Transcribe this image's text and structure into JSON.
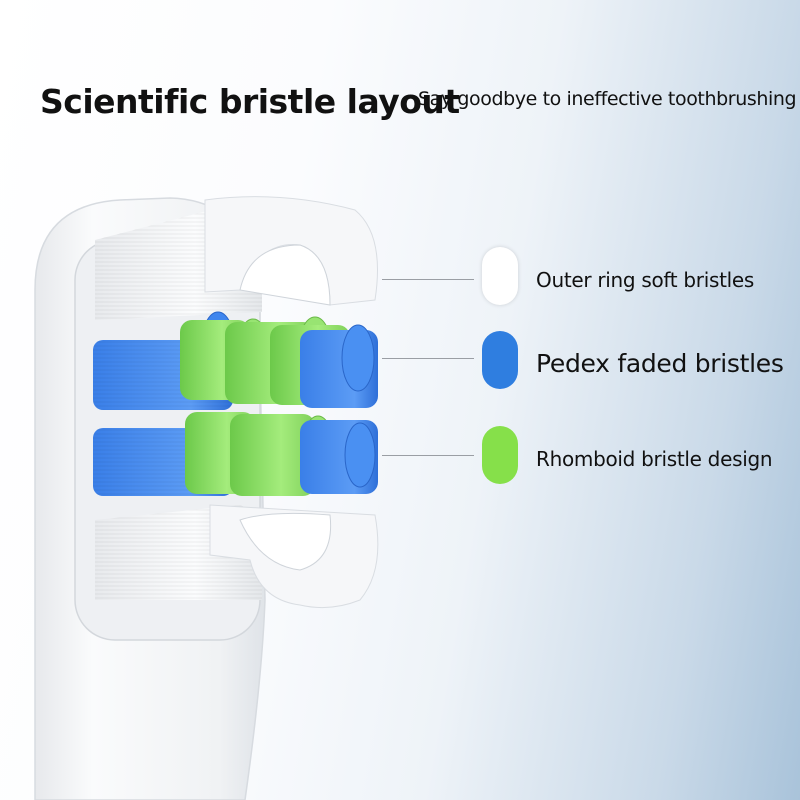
{
  "header": {
    "title": "Scientific bristle layout",
    "subtitle": "Say goodbye to ineffective toothbrushing"
  },
  "legend": [
    {
      "label": "Outer ring soft bristles",
      "color": "#ffffff"
    },
    {
      "label": "Pedex faded bristles",
      "color": "#2f7ee0"
    },
    {
      "label": "Rhomboid bristle design",
      "color": "#86e04a"
    }
  ],
  "colors": {
    "blue_bristle": "#4a8ef0",
    "green_bristle": "#8fe06a",
    "white_bristle": "#f4f6f8",
    "brush_body": "#f2f3f5"
  }
}
